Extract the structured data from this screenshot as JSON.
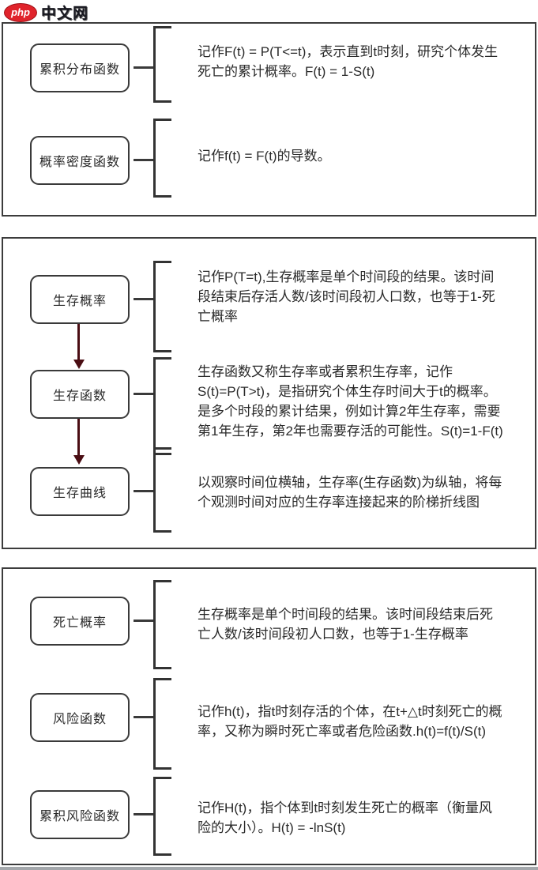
{
  "logo": {
    "badge": "php",
    "site": "中文网"
  },
  "colors": {
    "background": "#ffffff",
    "panel_border": "#3c3c3c",
    "box_border": "#3a3a3a",
    "text": "#2a2a2a",
    "arrow": "#4a0d13",
    "logo_red": "#e0232b",
    "bottom_strip": "#a3a7ab"
  },
  "sections": [
    {
      "rows": [
        {
          "term": "累积分布函数",
          "desc": [
            "记作F(t) = P(T<=t)，表示直到t时刻，研究个体发生",
            "死亡的累计概率。F(t) = 1-S(t)"
          ]
        },
        {
          "term": "概率密度函数",
          "desc": [
            "记作f(t) = F(t)的导数。"
          ]
        }
      ]
    },
    {
      "rows": [
        {
          "term": "生存概率",
          "desc": [
            "记作P(T=t),生存概率是单个时间段的结果。该时间",
            "段结束后存活人数/该时间段初人口数，也等于1-死",
            "亡概率"
          ]
        },
        {
          "term": "生存函数",
          "desc": [
            "生存函数又称生存率或者累积生存率，记作",
            "S(t)=P(T>t)，是指研究个体生存时间大于t的概率。",
            "是多个时段的累计结果，例如计算2年生存率，需要",
            "第1年生存，第2年也需要存活的可能性。S(t)=1-F(t)"
          ]
        },
        {
          "term": "生存曲线",
          "desc": [
            "以观察时间位横轴，生存率(生存函数)为纵轴，将每",
            "个观测时间对应的生存率连接起来的阶梯折线图"
          ]
        }
      ]
    },
    {
      "rows": [
        {
          "term": "死亡概率",
          "desc": [
            "生存概率是单个时间段的结果。该时间段结束后死",
            "亡人数/该时间段初人口数，也等于1-生存概率"
          ]
        },
        {
          "term": "风险函数",
          "desc": [
            "记作h(t)，指t时刻存活的个体，在t+△t时刻死亡的概",
            "率，又称为瞬时死亡率或者危险函数.h(t)=f(t)/S(t)"
          ]
        },
        {
          "term": "累积风险函数",
          "desc": [
            "记作H(t)，指个体到t时刻发生死亡的概率（衡量风",
            "险的大小）。H(t) = -lnS(t)"
          ]
        }
      ]
    }
  ]
}
